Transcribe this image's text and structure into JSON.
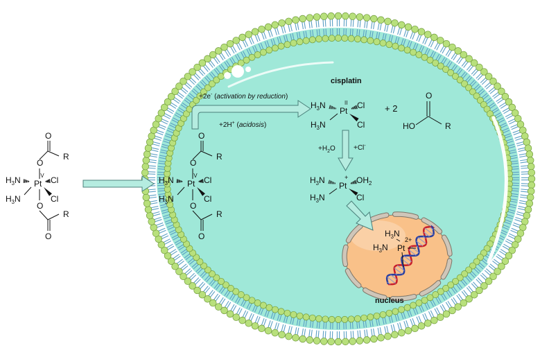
{
  "colors": {
    "cytoplasm": "#9fe8d8",
    "head": "#b8e07c",
    "head_stroke": "#6f9a3a",
    "tail": "#5b9fc4",
    "arrow_fill": "#b5ece0",
    "arrow_stroke": "#4a7f7a",
    "nucleus": "#f9c189",
    "nuclear_pore": "#cfc6b9",
    "dna_red": "#c81e2a",
    "dna_blue": "#2a3fa0"
  },
  "labels": {
    "cisplatin": "cisplatin",
    "nucleus": "nucleus",
    "reduction_step": "+2e⁻ (activation by reduction)",
    "reduction_prefix": "+2e",
    "reduction_sup": "-",
    "reduction_text": "activation by reduction",
    "acidosis_prefix": "+2H",
    "acidosis_sup": "+",
    "acidosis_text": "acidosis",
    "aquation_water": "+H",
    "aquation_water_sub": "2",
    "aquation_water_end": "O",
    "aquation_cl": "+Cl",
    "aquation_cl_sup": "-",
    "plus_two": "+ 2"
  },
  "chem": {
    "pt": "Pt",
    "ox4": "IV",
    "ox2": "II",
    "charge1": "+",
    "charge2": "2+",
    "nh3_h": "H",
    "nh3_sub": "3",
    "nh3_n": "N",
    "cl": "Cl",
    "o": "O",
    "r": "R",
    "ho": "HO",
    "oh2": "OH",
    "oh2_sub": "2"
  }
}
